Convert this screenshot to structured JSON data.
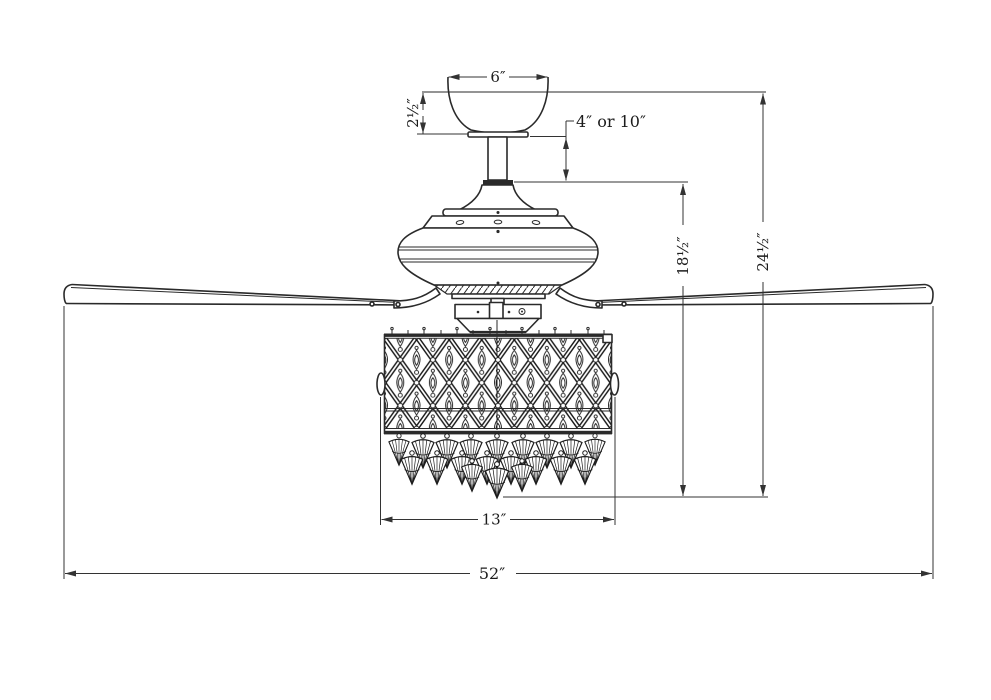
{
  "figure": {
    "kind": "ceiling-fan-dimension-drawing",
    "background": "#ffffff",
    "line_color": "#2a2a2a",
    "dimension_color": "#333333",
    "dimensions": {
      "canopy_width": "6″",
      "canopy_height": "2½″",
      "downrod_length": "4″ or 10″",
      "downrod_to_bottom_height": "18½″",
      "overall_height": "24½″",
      "shade_width": "13″",
      "blade_span": "52″"
    }
  }
}
